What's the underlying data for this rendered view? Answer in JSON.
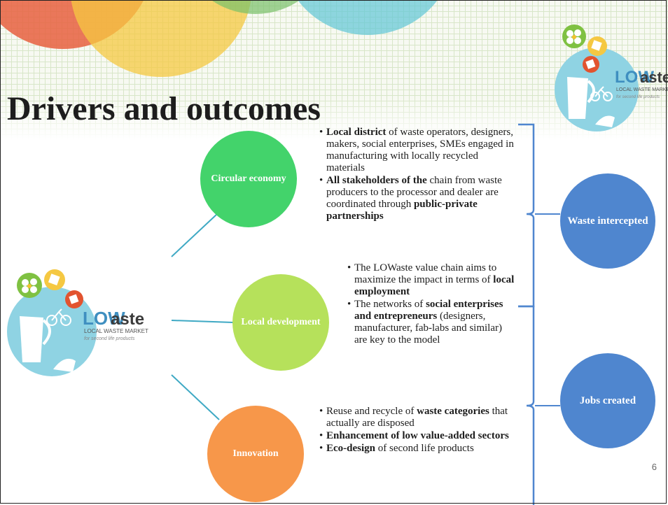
{
  "slide": {
    "title": "Drivers and outcomes",
    "page_number": "6"
  },
  "logo": {
    "brand_prefix": "LOW",
    "brand_suffix": "aste",
    "tagline": "LOCAL WASTE MARKET",
    "subtagline": "for second life products"
  },
  "nodes": {
    "circular": "Circular economy",
    "local": "Local development",
    "innovation": "Innovation",
    "waste": "Waste intercepted",
    "jobs": "Jobs created"
  },
  "bullets_circular": [
    {
      "bold": "Local district",
      "text": " of waste operators, designers, makers, social enterprises,  SMEs engaged in manufacturing with locally recycled materials"
    },
    {
      "bold": "All stakeholders of the",
      "text": " chain from waste producers to the processor and dealer are coordinated through ",
      "bold2": "public-private partnerships"
    }
  ],
  "bullets_local": [
    {
      "text": "The LOWaste value chain aims to maximize the impact in terms of ",
      "bold": "local employment"
    },
    {
      "text": "The networks of ",
      "bold": "social enterprises and entrepreneurs",
      "text2": " (designers, manufacturer, fab-labs and similar) are key to the model"
    }
  ],
  "bullets_innovation": [
    {
      "text": "Reuse and recycle of ",
      "bold": "waste categories",
      "text2": " that actually are disposed"
    },
    {
      "bold": "Enhancement of low value-added sectors"
    },
    {
      "bold": "Eco-design",
      "text": " of second life products"
    }
  ],
  "colors": {
    "circular": "#43d36b",
    "local": "#b6e15b",
    "innovation": "#f7974a",
    "outcome": "#4f86cf",
    "connector": "#3fa9c4"
  }
}
